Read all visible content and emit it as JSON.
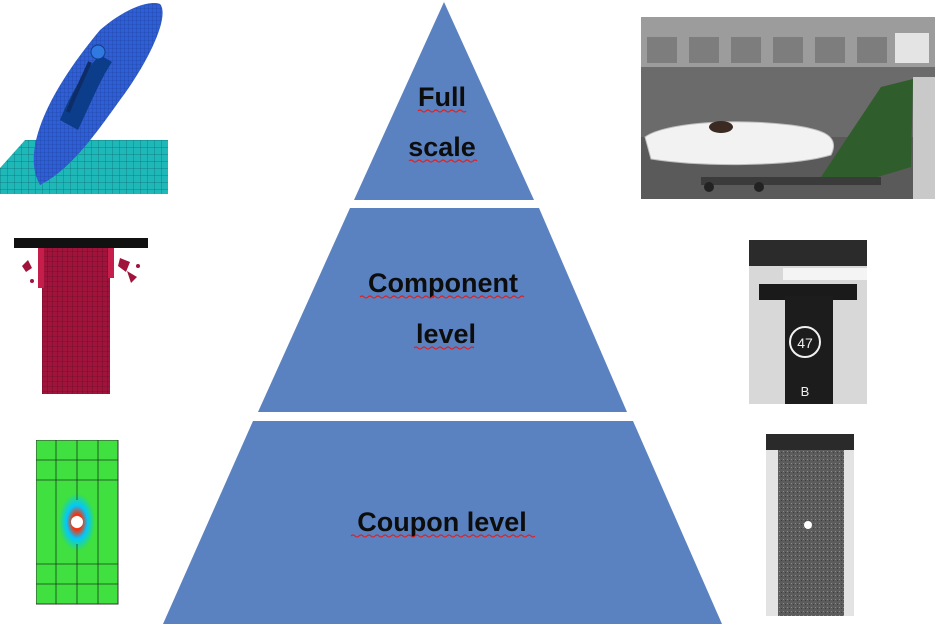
{
  "pyramid": {
    "fill": "#5b82c0",
    "tiers": [
      {
        "id": "full-scale",
        "lines": [
          "Full",
          "scale"
        ]
      },
      {
        "id": "component-level",
        "lines": [
          "Component",
          "level"
        ]
      },
      {
        "id": "coupon-level",
        "lines": [
          "Coupon level"
        ]
      }
    ]
  },
  "images": {
    "left": [
      {
        "id": "fe-cockpit-model",
        "depicts": "finite element model of cockpit impacting ground plane"
      },
      {
        "id": "fe-component-model",
        "depicts": "finite element crushed tube component mesh"
      },
      {
        "id": "fe-coupon-model",
        "depicts": "finite element coupon stress contour with hole"
      }
    ],
    "right": [
      {
        "id": "full-scale-test-photo",
        "depicts": "full scale crash test of race car cockpit"
      },
      {
        "id": "component-test-photo",
        "depicts": "component crush test specimen labeled 47"
      },
      {
        "id": "coupon-test-photo",
        "depicts": "open-hole coupon specimen"
      }
    ],
    "specimen_label": "47",
    "specimen_sublabel": "B"
  },
  "colors": {
    "mesh_blue": "#2e5fd6",
    "ground_teal": "#1fb8b8",
    "crimson": "#a0143c",
    "contour_green": "#3fe03f"
  }
}
